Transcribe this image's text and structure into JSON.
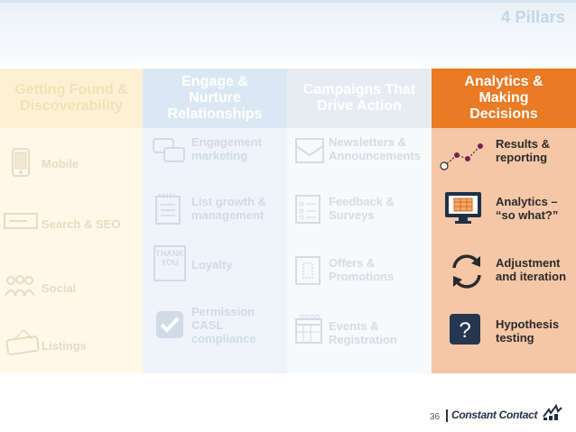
{
  "page_title": "4 Pillars",
  "columns": [
    {
      "heading": "Getting Found & Discoverability",
      "items": [
        {
          "label": "Mobile",
          "icon": "mobile-phone-icon"
        },
        {
          "label": "Search & SEO",
          "icon": "search-bar-icon"
        },
        {
          "label": "Social",
          "icon": "people-group-icon"
        },
        {
          "label": "Listings",
          "icon": "open-sign-icon"
        }
      ]
    },
    {
      "heading": "Engage & Nurture Relationships",
      "items": [
        {
          "label": "Engagement marketing",
          "icon": "chat-bubbles-icon"
        },
        {
          "label": "List growth & management",
          "icon": "notepad-icon"
        },
        {
          "label": "Loyalty",
          "icon": "thank-you-card-icon",
          "card_text": "THANK YOU"
        },
        {
          "label": "Permission CASL compliance",
          "icon": "checkmark-icon"
        }
      ]
    },
    {
      "heading": "Campaigns That Drive Action",
      "items": [
        {
          "label": "Newsletters & Announcements",
          "icon": "envelope-icon"
        },
        {
          "label": "Feedback & Surveys",
          "icon": "survey-form-icon"
        },
        {
          "label": "Offers & Promotions",
          "icon": "coupon-icon"
        },
        {
          "label": "Events & Registration",
          "icon": "calendar-icon"
        }
      ]
    },
    {
      "heading": "Analytics & Making Decisions",
      "items": [
        {
          "label": "Results & reporting",
          "icon": "line-graph-icon"
        },
        {
          "label": "Analytics – “so what?”",
          "icon": "monitor-chart-icon"
        },
        {
          "label": "Adjustment and iteration",
          "icon": "refresh-cycle-icon"
        },
        {
          "label": "Hypothesis testing",
          "icon": "question-mark-icon"
        }
      ]
    }
  ],
  "footer": {
    "page_number": "36",
    "brand": "Constant Contact"
  },
  "colors": {
    "accent_orange": "#ea7a23",
    "highlight_column": "#f5c7a6",
    "brand_navy": "#1f2f45"
  }
}
